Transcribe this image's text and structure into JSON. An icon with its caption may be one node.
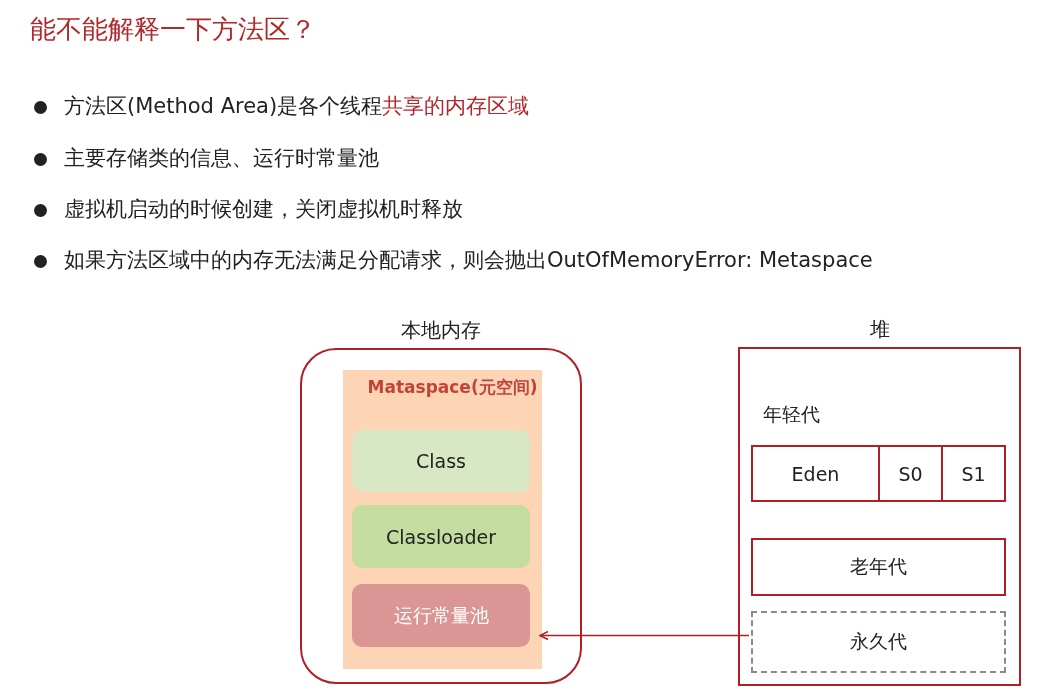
{
  "diagram": {
    "title": "能不能解释一下方法区？",
    "nodes": [
      {
        "text": [
          "本地内存"
        ]
      },
      {
        "text": [
          "Mataspace(元空间)"
        ],
        "in": 0
      },
      {
        "text": [
          "Class"
        ],
        "in": 1
      },
      {
        "text": [
          "Classloader"
        ],
        "in": 1
      },
      {
        "text": [
          "运行常量池"
        ],
        "in": 1
      },
      {
        "text": [
          "堆"
        ]
      },
      {
        "text": [
          "Eden"
        ],
        "in": 5
      },
      {
        "text": [
          "S0"
        ],
        "in": 5
      },
      {
        "text": [
          "S1"
        ],
        "in": 5
      },
      {
        "text": [
          "老年代"
        ],
        "in": 5
      },
      {
        "text": [
          "永久代"
        ],
        "in": 5
      }
    ],
    "edges": [
      {
        "from": 10,
        "to": 4,
        "arrow": "to"
      }
    ],
    "labels": [
      "方法区(Method Area)是各个线程**共享的内存区域**",
      "主要存储类的信息、运行时常量池",
      "虚拟机启动的时候创建，关闭虚拟机时释放",
      "如果方法区域中的内存无法满足分配请求，则会抛出OutOfMemoryError: Metaspace",
      "年轻代"
    ]
  }
}
